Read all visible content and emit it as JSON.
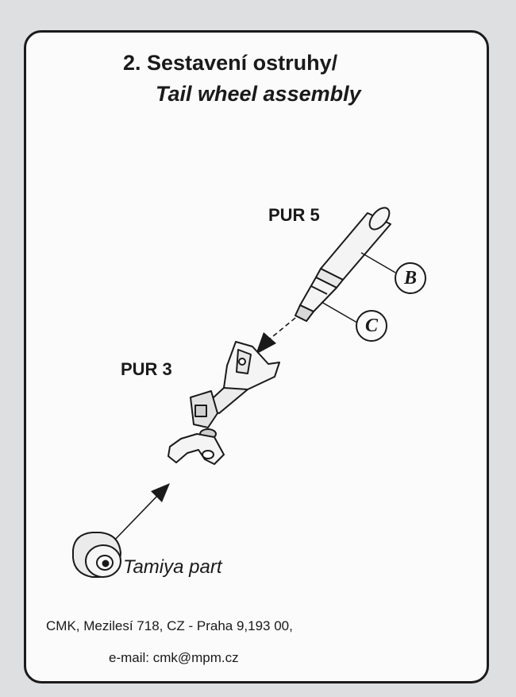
{
  "title": {
    "line1": "2. Sestavení ostruhy/",
    "line2": "Tail wheel assembly"
  },
  "parts": {
    "pur5": "PUR  5",
    "pur3": "PUR 3",
    "callout_b": "B",
    "callout_c": "C",
    "tamiya": "Tamiya part"
  },
  "footer": {
    "address": "CMK, Mezilesí 718, CZ - Praha 9,193 00,",
    "email": "e-mail: cmk@mpm.cz"
  }
}
